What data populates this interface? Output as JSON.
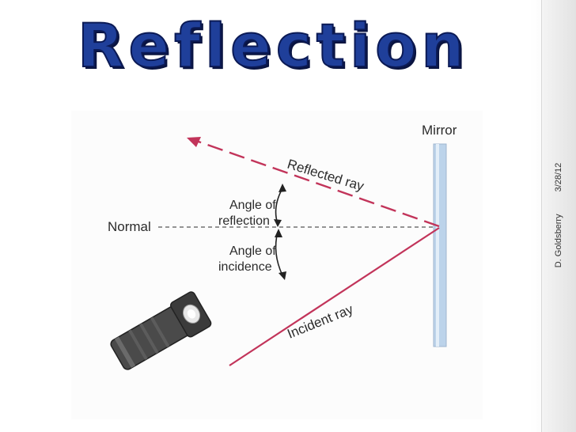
{
  "slide": {
    "title": "Reflection",
    "side_date": "3/28/12",
    "side_author": "D. Goldsberry"
  },
  "diagram": {
    "mirror_label": "Mirror",
    "reflected_ray_label": "Reflected ray",
    "incident_ray_label": "Incident ray",
    "normal_label": "Normal",
    "angle_reflection_line1": "Angle of",
    "angle_reflection_line2": "reflection",
    "angle_incidence_line1": "Angle of",
    "angle_incidence_line2": "incidence",
    "colors": {
      "ray": "#c2345a",
      "title": "#1f3f9a",
      "mirror": "#b9d0e8",
      "normal": "#555555"
    },
    "icons": [
      "flashlight-icon",
      "arrow-left-icon",
      "curved-double-arrow-icon"
    ]
  }
}
